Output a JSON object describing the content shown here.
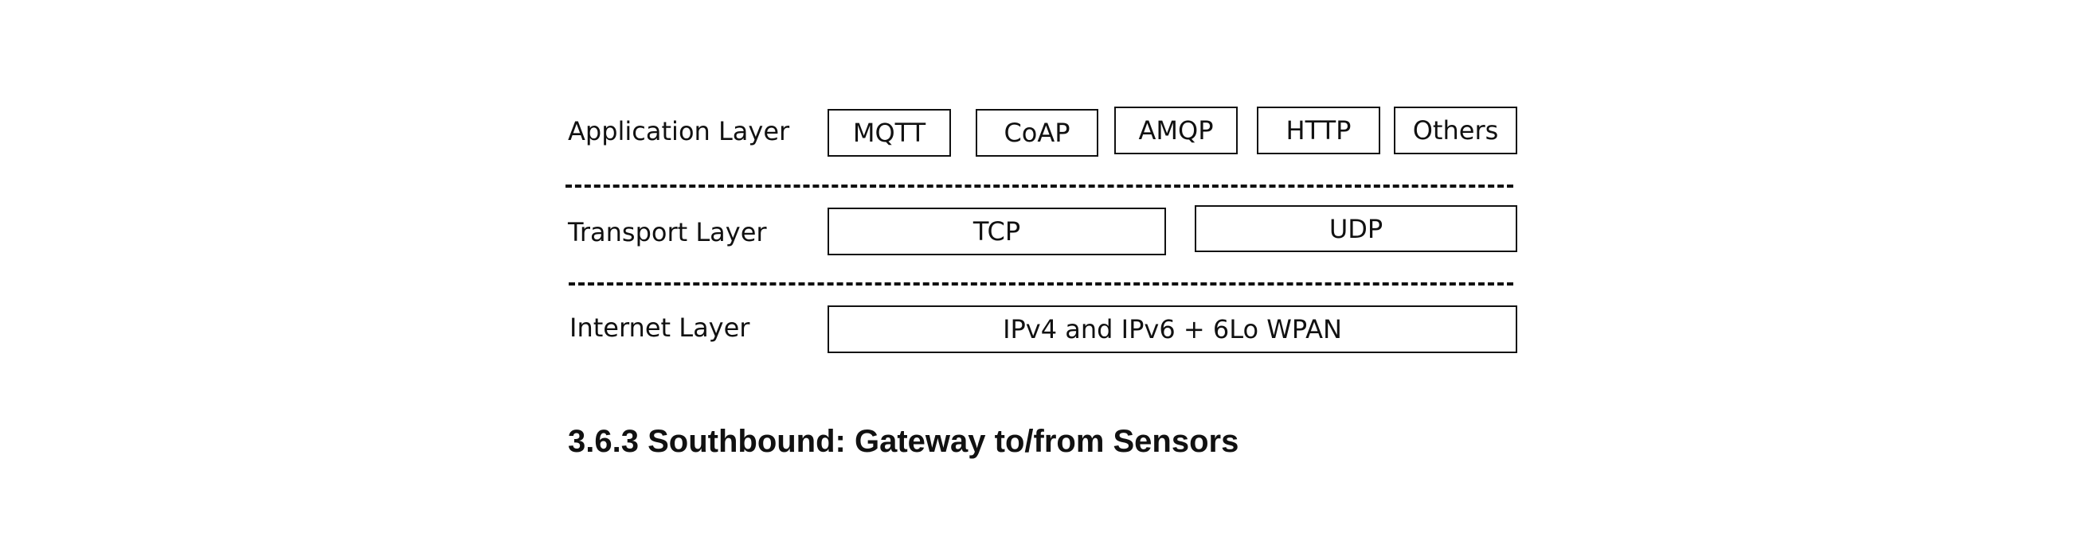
{
  "layers": {
    "application": {
      "label": "Application Layer",
      "protocols": [
        "MQTT",
        "CoAP",
        "AMQP",
        "HTTP",
        "Others"
      ]
    },
    "transport": {
      "label": "Transport Layer",
      "protocols": [
        "TCP",
        "UDP"
      ]
    },
    "internet": {
      "label": "Internet Layer",
      "protocols": [
        "IPv4 and IPv6 + 6Lo WPAN"
      ]
    }
  },
  "section": {
    "heading": "3.6.3 Southbound: Gateway to/from Sensors"
  }
}
